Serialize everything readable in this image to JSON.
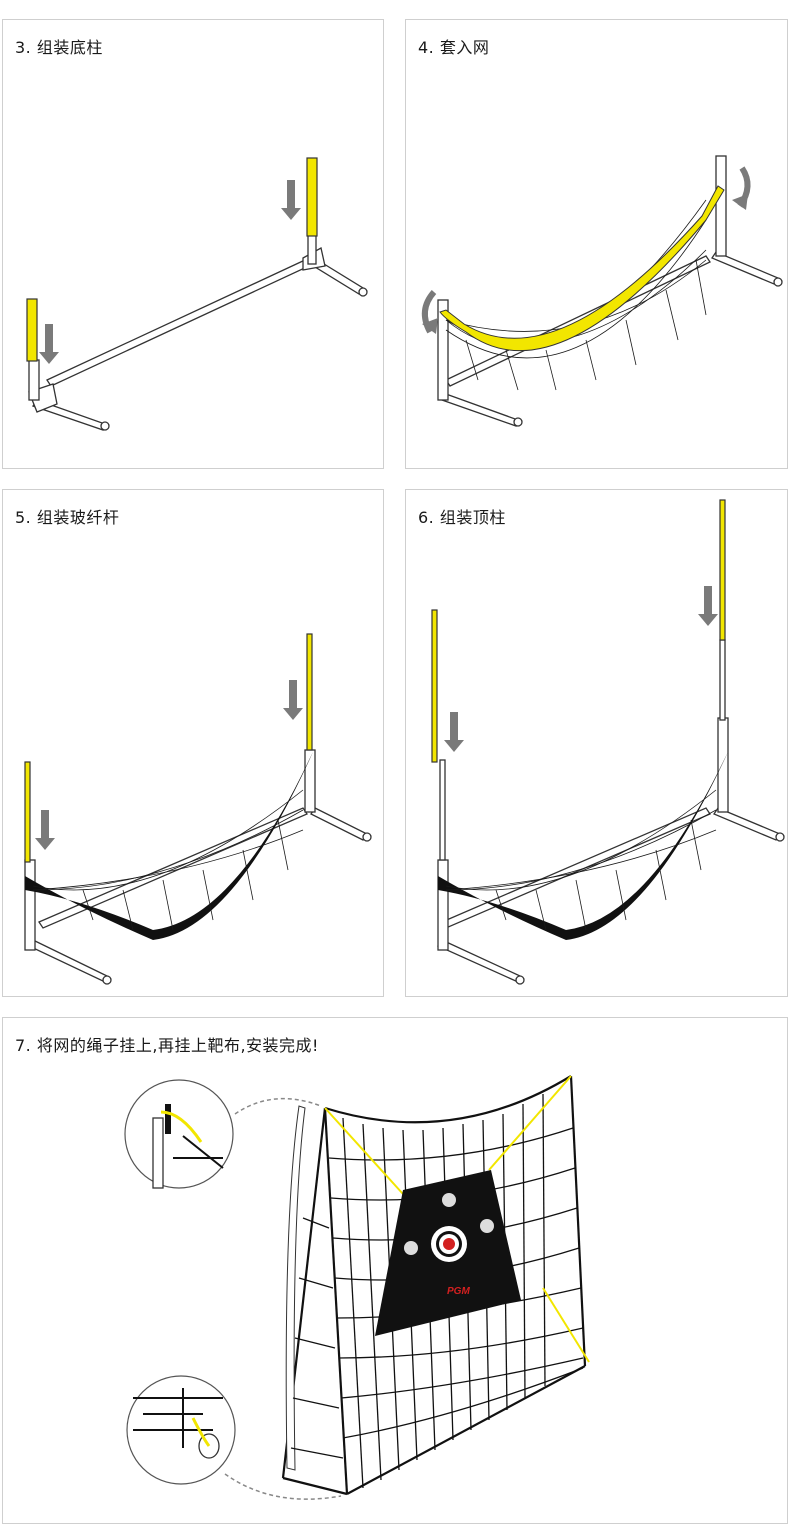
{
  "steps": [
    {
      "title": "3. 组装底柱"
    },
    {
      "title": "4. 套入网"
    },
    {
      "title": "5. 组装玻纤杆"
    },
    {
      "title": "6. 组装顶柱"
    },
    {
      "title": "7. 将网的绳子挂上,再挂上靶布,安装完成!"
    }
  ],
  "brand": {
    "logo_text": "PGM"
  },
  "colors": {
    "accent_yellow": "#f2e600",
    "arrow_gray": "#7a7a7a",
    "net_black": "#111111",
    "target_red": "#d32020"
  }
}
